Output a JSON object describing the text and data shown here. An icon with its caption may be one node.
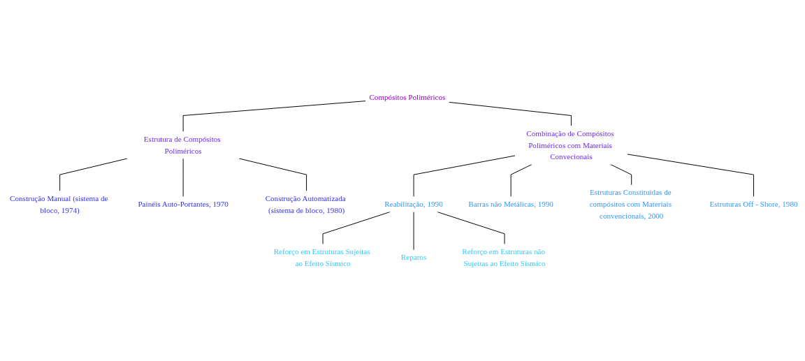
{
  "diagram": {
    "nodes": [
      {
        "text": [
          "Compósitos Poliméricos"
        ]
      },
      {
        "text": [
          "Estrutura de Compósitos Poliméricos"
        ]
      },
      {
        "text": [
          "Combinação de Compósitos Poliméricos com Materiais Convecionais"
        ]
      },
      {
        "text": [
          "Construção Manual (sistema de bloco, 1974)"
        ]
      },
      {
        "text": [
          "Painéis Auto-Portantes, 1970"
        ]
      },
      {
        "text": [
          "Construção Automatizada (sistema de bloco, 1980)"
        ]
      },
      {
        "text": [
          "Reabilitação, 1990"
        ]
      },
      {
        "text": [
          "Barras não Metálicas, 1990"
        ]
      },
      {
        "text": [
          "Estruturas Constituidas de compósitos com Materiais convencionais, 2000"
        ]
      },
      {
        "text": [
          "Estruturas Off - Shore, 1980"
        ]
      },
      {
        "text": [
          "Reforço em Estruturas Sujeitas ao Efeito Sísmico"
        ]
      },
      {
        "text": [
          "Reparos"
        ]
      },
      {
        "text": [
          "Reforço em Estruturas não Sujeitas ao Efeito Sísmico"
        ]
      }
    ],
    "edges": [
      {
        "from": 0,
        "to": 1,
        "arrow": "none"
      },
      {
        "from": 0,
        "to": 2,
        "arrow": "none"
      },
      {
        "from": 1,
        "to": 3,
        "arrow": "none"
      },
      {
        "from": 1,
        "to": 4,
        "arrow": "none"
      },
      {
        "from": 1,
        "to": 5,
        "arrow": "none"
      },
      {
        "from": 2,
        "to": 6,
        "arrow": "none"
      },
      {
        "from": 2,
        "to": 7,
        "arrow": "none"
      },
      {
        "from": 2,
        "to": 8,
        "arrow": "none"
      },
      {
        "from": 2,
        "to": 9,
        "arrow": "none"
      },
      {
        "from": 6,
        "to": 10,
        "arrow": "none"
      },
      {
        "from": 6,
        "to": 11,
        "arrow": "none"
      },
      {
        "from": 6,
        "to": 12,
        "arrow": "none"
      }
    ]
  }
}
